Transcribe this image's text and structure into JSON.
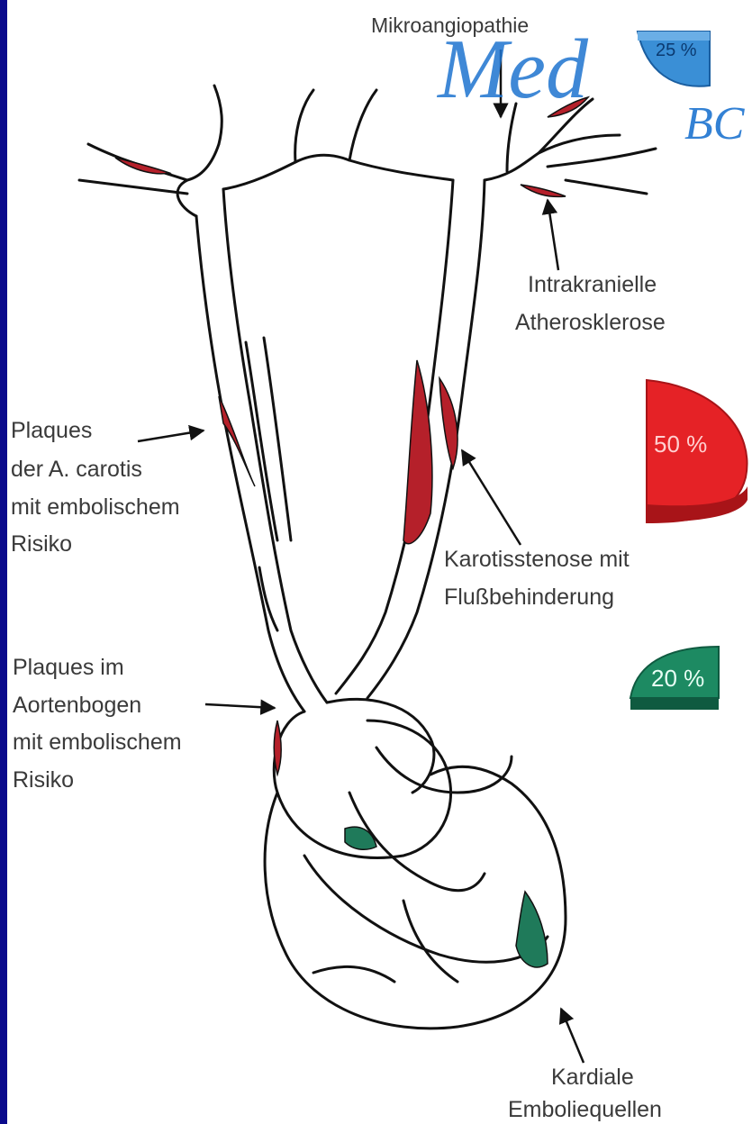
{
  "colors": {
    "plaque": "#b5202a",
    "embolic_source": "#1f7a5a",
    "pie_red": "#e52226",
    "pie_green": "#1d8a62",
    "pie_blue": "#3a8fd6",
    "frame": "#0a0a8c",
    "watermark": "#1e74d0"
  },
  "labels": {
    "microangiopathy": "Mikroangiopathie",
    "intracranial_1": "Intrakranielle",
    "intracranial_2": "Atherosklerose",
    "carotid_plaque_1": "Plaques",
    "carotid_plaque_2": "der A. carotis",
    "carotid_plaque_3": "mit embolischem",
    "carotid_plaque_4": "Risiko",
    "stenosis_1": "Karotisstenose mit",
    "stenosis_2": "Flußbehinderung",
    "aortic_1": "Plaques im",
    "aortic_2": "Aortenbogen",
    "aortic_3": "mit embolischem",
    "aortic_4": "Risiko",
    "cardiac_1": "Kardiale",
    "cardiac_2": "Emboliequellen"
  },
  "pie_values": {
    "microangiopathy": "25 %",
    "carotid": "50 %",
    "cardiac": "20 %"
  },
  "watermark": {
    "line1": "Med",
    "line2": "BC"
  }
}
